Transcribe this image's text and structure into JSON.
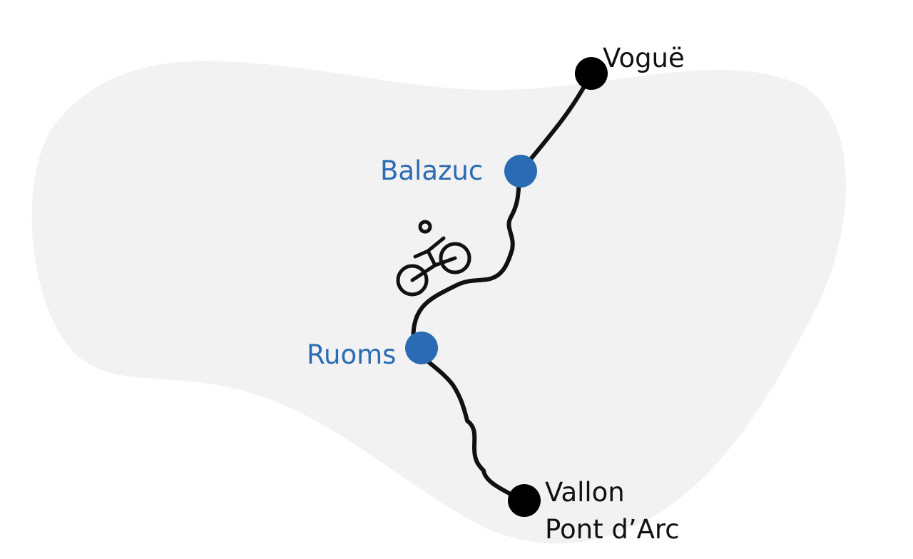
{
  "colors": {
    "background": "#ffffff",
    "region": "#f2f2f2",
    "route": "#111111",
    "endpoint": "#000000",
    "waypoint": "#2a6bb3"
  },
  "icon": "bicycle-icon",
  "stops": {
    "vogue": {
      "name": "Voguë",
      "kind": "endpoint"
    },
    "balazuc": {
      "name": "Balazuc",
      "kind": "waypoint"
    },
    "ruoms": {
      "name": "Ruoms",
      "kind": "waypoint"
    },
    "vallon": {
      "name_line1": "Vallon",
      "name_line2": "Pont d’Arc",
      "kind": "endpoint"
    }
  }
}
